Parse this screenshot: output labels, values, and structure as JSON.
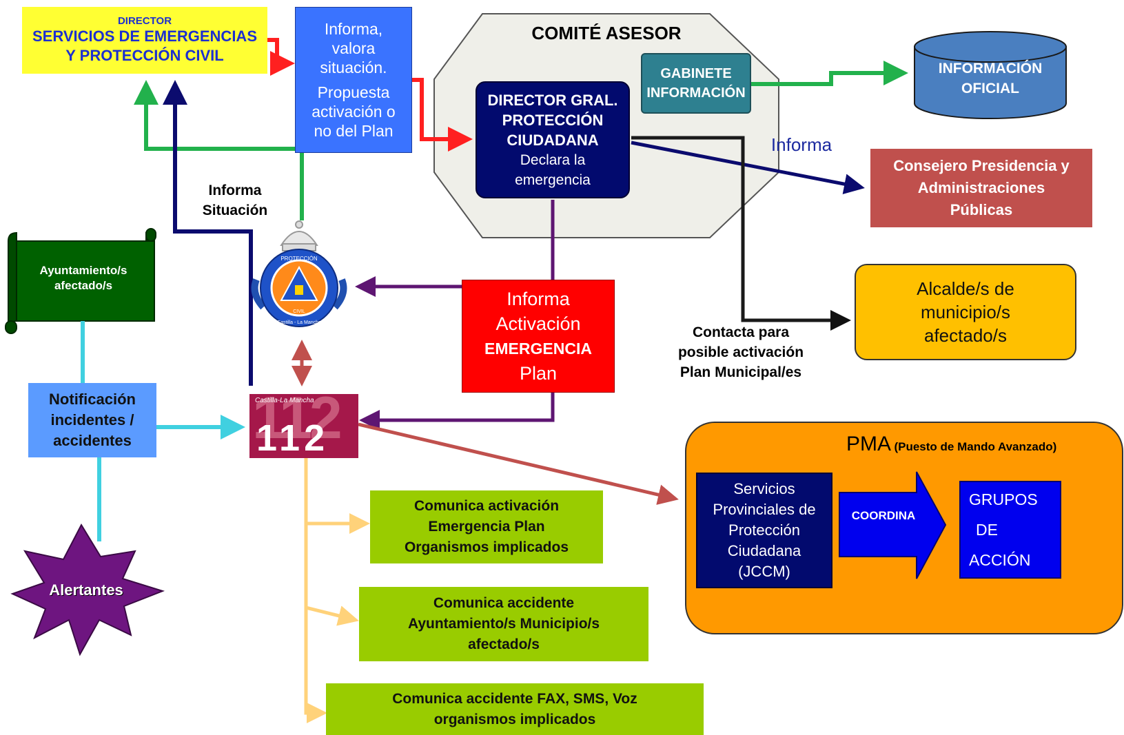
{
  "colors": {
    "yellow": "#ffff33",
    "blue_box": "#3a73ff",
    "navy": "#020a6e",
    "teal": "#2e8090",
    "steel_blue": "#4a7fc0",
    "brick": "#c0504d",
    "gold": "#ffc000",
    "dark_green": "#006100",
    "light_blue": "#5b9bff",
    "red": "#ff0000",
    "maroon": "#a5184a",
    "lime": "#99cc00",
    "orange": "#ff9900",
    "purple": "#6e1580",
    "arrow_red": "#ff2020",
    "arrow_green": "#22b14c",
    "arrow_navy": "#0b0b6e",
    "arrow_purple": "#5e1672",
    "arrow_cyan": "#40d0e0",
    "arrow_rose": "#c0504d",
    "arrow_yellow": "#ffd27a"
  },
  "director": {
    "small": "DIRECTOR",
    "line1": "SERVICIOS DE EMERGENCIAS",
    "line2": "Y PROTECCIÓN CIVIL"
  },
  "informa_box": {
    "line1": "Informa,",
    "line2": "valora",
    "line3": "situación.",
    "line4": "Propuesta",
    "line5": "activación o",
    "line6": "no del  Plan"
  },
  "comite": {
    "title": "COMITÉ ASESOR"
  },
  "gabinete": {
    "line1": "GABINETE",
    "line2": "INFORMACIÓN"
  },
  "director_gral": {
    "line1": "DIRECTOR GRAL.",
    "line2": "PROTECCIÓN",
    "line3": "CIUDADANA",
    "line4": "Declara la",
    "line5": "emergencia"
  },
  "informacion_oficial": {
    "line1": "INFORMACIÓN",
    "line2": "OFICIAL"
  },
  "informa_label": "Informa",
  "consejero": {
    "line1": "Consejero Presidencia y",
    "line2": "Administraciones",
    "line3": "Públicas"
  },
  "alcalde": {
    "line1": "Alcalde/s de",
    "line2": "municipio/s",
    "line3": "afectado/s"
  },
  "contacta": {
    "line1": "Contacta para",
    "line2": "posible activación",
    "line3": "Plan Municipal/es"
  },
  "informa_situacion": {
    "line1": "Informa",
    "line2": "Situación"
  },
  "ayuntamiento": {
    "line1": "Ayuntamiento/s",
    "line2": "afectado/s"
  },
  "emblem": {
    "top_text": "PROTECCIÓN",
    "bottom_text": "CIVIL",
    "ring_text": "Castilla - La Mancha"
  },
  "informa_activacion": {
    "line1": "Informa",
    "line2": "Activación",
    "line3": "EMERGENCIA",
    "line4": "Plan"
  },
  "notificacion": {
    "line1": "Notificación",
    "line2": "incidentes /",
    "line3": "accidentes"
  },
  "logo112": {
    "small": "Castilla-La Mancha",
    "number": "112"
  },
  "alertantes": "Alertantes",
  "comunica1": {
    "line1": "Comunica activación",
    "line2": "Emergencia Plan",
    "line3": "Organismos implicados"
  },
  "comunica2": {
    "line1": "Comunica accidente",
    "line2": "Ayuntamiento/s Municipio/s",
    "line3": "afectado/s"
  },
  "comunica3": {
    "line1": "Comunica accidente FAX, SMS, Voz",
    "line2": "organismos implicados"
  },
  "pma": {
    "title": "PMA",
    "subtitle": "(Puesto de Mando Avanzado)",
    "servicios": {
      "line1": "Servicios",
      "line2": "Provinciales de",
      "line3": "Protección",
      "line4": "Ciudadana",
      "line5": "(JCCM)"
    },
    "coordina": "COORDINA",
    "grupos": {
      "line1": "GRUPOS",
      "line2": "DE",
      "line3": "ACCIÓN"
    }
  }
}
